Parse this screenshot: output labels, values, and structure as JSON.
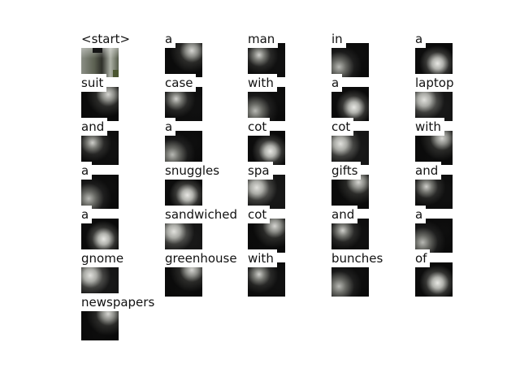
{
  "words": [
    "<start>",
    "a",
    "man",
    "in",
    "a",
    "suit",
    "case",
    "with",
    "a",
    "laptop",
    "and",
    "a",
    "cot",
    "cot",
    "with",
    "a",
    "snuggles",
    "spa",
    "gifts",
    "and",
    "a",
    "sandwiched",
    "cot",
    "and",
    "a",
    "gnome",
    "greenhouse",
    "with",
    "bunches",
    "of",
    "newspapers"
  ],
  "thumbnail_icon": "attention-map-thumbnail"
}
